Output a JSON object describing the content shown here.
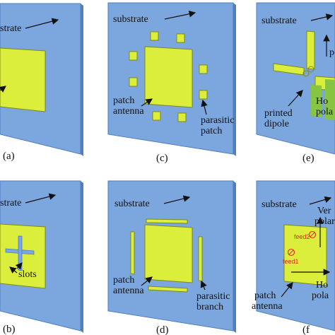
{
  "colors": {
    "substrate_face": "#7ba6de",
    "substrate_edge": "#4f7fbe",
    "patch": "#dcee3c",
    "patch_edge": "#7f8a12",
    "green_element": "#86c441",
    "feed_marker": "#e0281c"
  },
  "panels": {
    "a": {
      "caption": "(a)",
      "substrate": "strate"
    },
    "b": {
      "caption": "(b)",
      "substrate": "strate",
      "slots": "slots"
    },
    "c": {
      "caption": "(c)",
      "substrate": "substrate",
      "patch_line1": "patch",
      "patch_line2": "antenna",
      "parasitic_line1": "parasitic",
      "parasitic_line2": "patch"
    },
    "d": {
      "caption": "(d)",
      "substrate": "substrate",
      "patch_line1": "patch",
      "patch_line2": "antenna",
      "parasitic_line1": "parasitic",
      "parasitic_line2": "branch"
    },
    "e": {
      "caption": "(e)",
      "substrate": "substrate",
      "vertical_label": "p",
      "dipole_line1": "printed",
      "dipole_line2": "dipole",
      "horizontal_line1": "Ho",
      "horizontal_line2": "pola"
    },
    "f": {
      "caption": "(f",
      "substrate": "substrate",
      "vertical_line1": "Ver",
      "vertical_line2": "polari",
      "feed2": "feed2",
      "feed1": "feed1",
      "patch_line1": "patch",
      "patch_line2": "antenna",
      "horizontal_line1": "Ho",
      "horizontal_line2": "pola"
    }
  }
}
